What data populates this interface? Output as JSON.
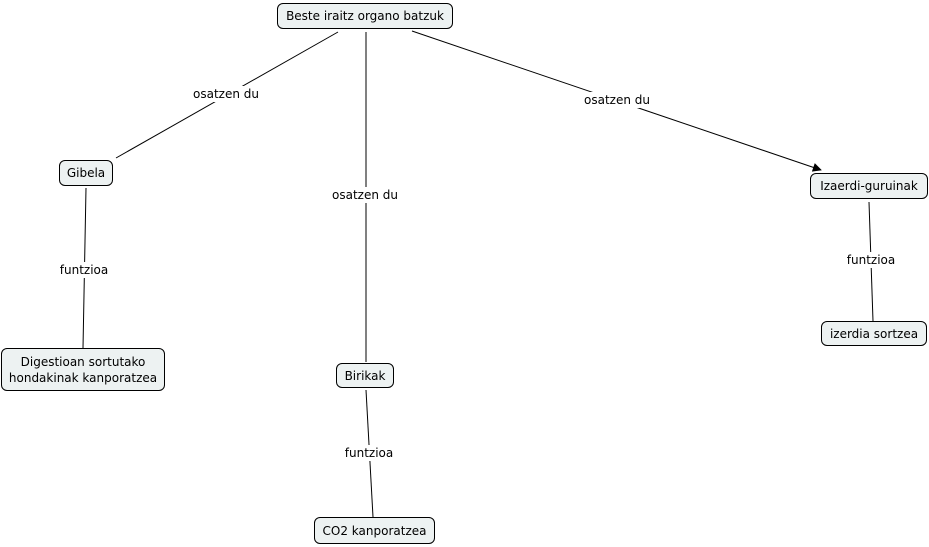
{
  "nodes": {
    "root": "Beste iraitz organo batzuk",
    "gibela": "Gibela",
    "birikak": "Birikak",
    "izaerdi": "Izaerdi-guruinak",
    "digestioan": "Digestioan sortutako\nhondakinak kanporatzea",
    "co2": "CO2 kanporatzea",
    "izerdia": "izerdia sortzea"
  },
  "links": {
    "root_gibela": "osatzen du",
    "root_birikak": "osatzen du",
    "root_izaerdi": "osatzen du",
    "gibela_digestioan": "funtzioa",
    "birikak_co2": "funtzioa",
    "izaerdi_izerdia": "funtzioa"
  },
  "colors": {
    "node_fill": "#edf2f2",
    "node_border": "#000000",
    "line": "#000000",
    "background": "#ffffff"
  }
}
